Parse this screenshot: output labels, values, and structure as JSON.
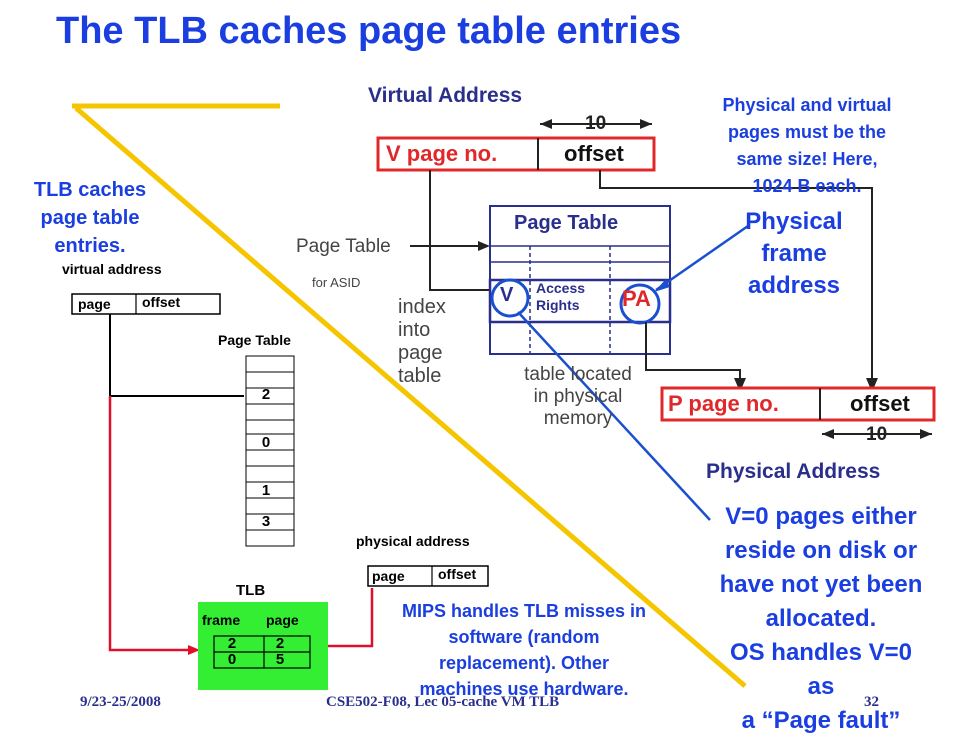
{
  "title": "The TLB caches page table entries",
  "left_note": [
    "TLB caches",
    "page table",
    "entries."
  ],
  "virtual_address": {
    "label": "virtual address",
    "page": "page",
    "offset": "offset"
  },
  "page_table_small": {
    "label": "Page Table",
    "values": [
      "2",
      "0",
      "1",
      "3"
    ]
  },
  "physical_address": {
    "label": "physical address",
    "page": "page",
    "offset": "offset"
  },
  "tlb": {
    "label": "TLB",
    "col_frame": "frame",
    "col_page": "page",
    "rows": [
      [
        "2",
        "2"
      ],
      [
        "0",
        "5"
      ]
    ]
  },
  "figure": {
    "virtual_address_title": "Virtual Address",
    "v_page_no": "V page no.",
    "offset": "offset",
    "bits_top": "10",
    "page_table_title": "Page Table",
    "v_bit": "V",
    "access_rights": [
      "Access",
      "Rights"
    ],
    "pa": "PA",
    "page_table_reg": "Page Table",
    "for_asid": "for ASID",
    "index_text": [
      "index",
      "into",
      "page",
      "table"
    ],
    "table_located": [
      "table located",
      "in physical",
      "memory"
    ],
    "p_page_no": "P page no.",
    "bits_bottom": "10",
    "physical_address_title": "Physical Address"
  },
  "size_note": [
    "Physical and virtual",
    "pages must be the",
    "same size! Here,",
    "1024 B each."
  ],
  "frame_note": [
    "Physical",
    "frame",
    "address"
  ],
  "v0_note": [
    "V=0  pages either",
    "reside on disk or",
    "have not yet been",
    "allocated.",
    "OS handles V=0",
    "as",
    "a “Page fault”"
  ],
  "mips_note": [
    "MIPS handles TLB misses in",
    "software (random",
    "replacement). Other",
    "machines use hardware."
  ],
  "footer": {
    "date": "9/23-25/2008",
    "course": "CSE502-F08, Lec 05-cache VM TLB",
    "page": "32"
  },
  "colors": {
    "title_blue": "#1a3ee0",
    "figure_navy": "#2a2f8c",
    "red_text": "#e0282a",
    "tlb_green": "#33ee33",
    "yellow_line": "#f5c500",
    "arrow_red": "#e0102a"
  }
}
